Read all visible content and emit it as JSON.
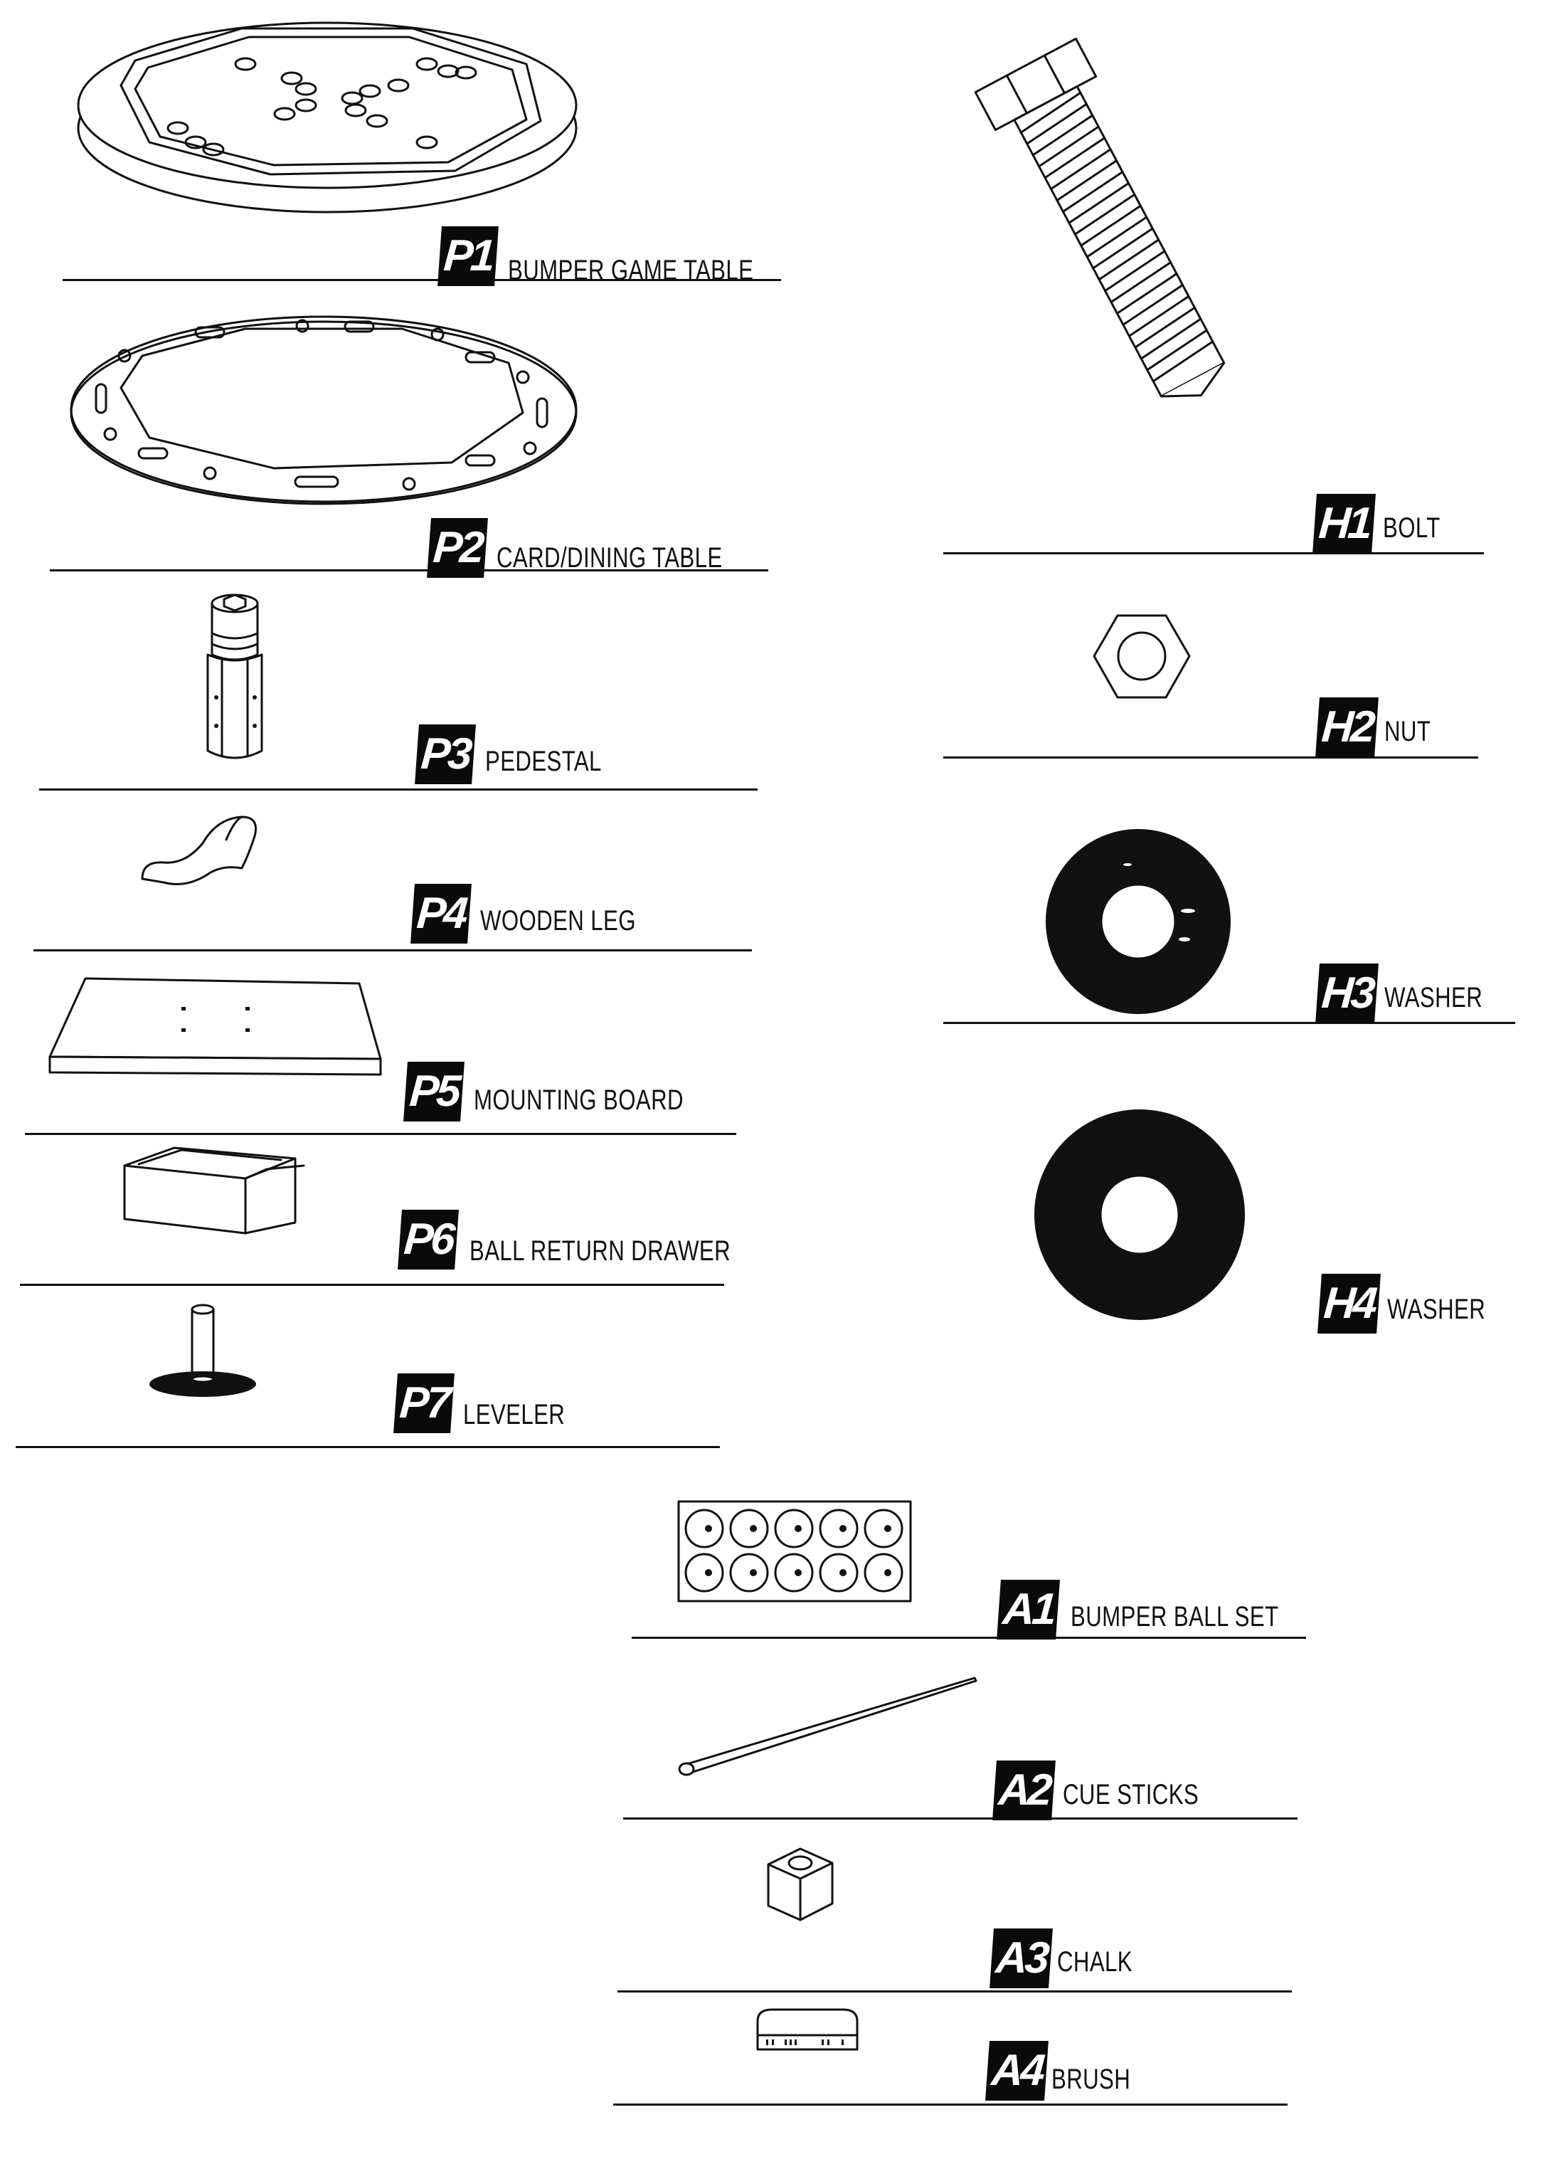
{
  "parts": [
    {
      "id": "p1",
      "code": "P1",
      "name": "BUMPER GAME TABLE",
      "icon": "bumper-game-table-icon"
    },
    {
      "id": "p2",
      "code": "P2",
      "name": "CARD/DINING TABLE",
      "icon": "card-dining-table-icon"
    },
    {
      "id": "p3",
      "code": "P3",
      "name": "PEDESTAL",
      "icon": "pedestal-icon"
    },
    {
      "id": "p4",
      "code": "P4",
      "name": "WOODEN LEG",
      "icon": "wooden-leg-icon"
    },
    {
      "id": "p5",
      "code": "P5",
      "name": "MOUNTING BOARD",
      "icon": "mounting-board-icon"
    },
    {
      "id": "p6",
      "code": "P6",
      "name": "BALL RETURN DRAWER",
      "icon": "ball-return-drawer-icon"
    },
    {
      "id": "p7",
      "code": "P7",
      "name": "LEVELER",
      "icon": "leveler-icon"
    }
  ],
  "hardware": [
    {
      "id": "h1",
      "code": "H1",
      "name": "BOLT",
      "icon": "bolt-icon"
    },
    {
      "id": "h2",
      "code": "H2",
      "name": "NUT",
      "icon": "nut-icon"
    },
    {
      "id": "h3",
      "code": "H3",
      "name": "WASHER",
      "icon": "washer-icon"
    },
    {
      "id": "h4",
      "code": "H4",
      "name": "WASHER",
      "icon": "washer-icon"
    }
  ],
  "accessories": [
    {
      "id": "a1",
      "code": "A1",
      "name": "BUMPER BALL SET",
      "icon": "bumper-ball-set-icon"
    },
    {
      "id": "a2",
      "code": "A2",
      "name": "CUE STICKS",
      "icon": "cue-sticks-icon"
    },
    {
      "id": "a3",
      "code": "A3",
      "name": "CHALK",
      "icon": "chalk-icon"
    },
    {
      "id": "a4",
      "code": "A4",
      "name": "BRUSH",
      "icon": "brush-icon"
    }
  ],
  "colors": {
    "ink": "#111111",
    "paper": "#ffffff"
  }
}
